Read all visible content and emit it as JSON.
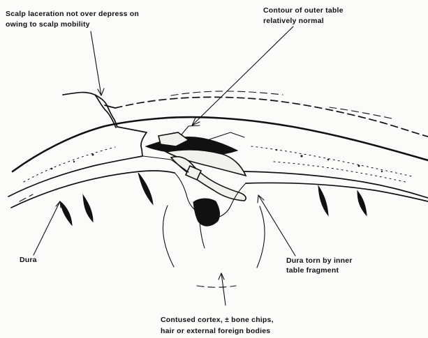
{
  "labels": {
    "scalp_laceration": {
      "line1": "Scalp laceration not over depress on",
      "line2": "owing to scalp mobility"
    },
    "outer_table": {
      "line1": "Contour of outer table",
      "line2": "relatively normal"
    },
    "dura": {
      "line1": "Dura"
    },
    "dura_torn": {
      "line1": "Dura torn by inner",
      "line2": "table fragment"
    },
    "contused_cortex": {
      "line1": "Contused cortex, ± bone chips,",
      "line2": "hair or external foreign bodies"
    }
  },
  "colors": {
    "ink": "#111111",
    "paper": "#fbfbfa",
    "bone_fragment": "#f1f1ee"
  }
}
